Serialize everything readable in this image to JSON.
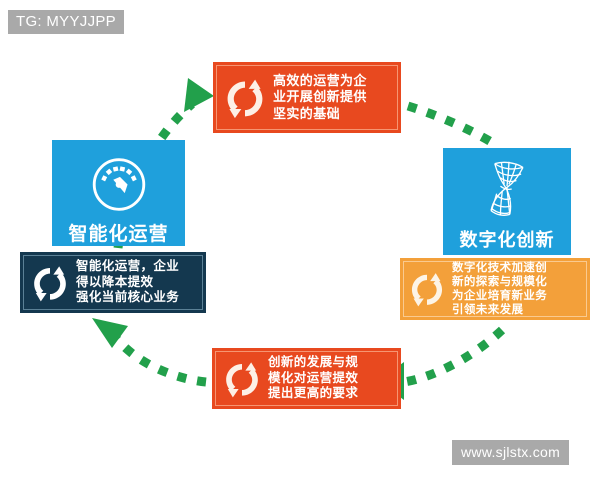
{
  "watermarks": {
    "top_left": "TG: MYYJJPP",
    "bottom_right": "www.sjlstx.com"
  },
  "colors": {
    "orange_dark": "#e8491f",
    "orange_light": "#f3a03a",
    "navy": "#14384f",
    "blue_card": "#1fa0dc",
    "green_arrow": "#22a04b",
    "white": "#ffffff",
    "watermark_gray": "#a9a9a9",
    "background": "#ffffff"
  },
  "diagram": {
    "title": "",
    "cards": [
      {
        "id": "intelligent-operations",
        "label": "智能化运营",
        "icon": "gauge-icon"
      },
      {
        "id": "digital-innovation",
        "label": "数字化创新",
        "icon": "wireframe-mesh-icon"
      }
    ],
    "boxes": [
      {
        "id": "top",
        "icon": "cycle-icon",
        "lines": [
          "高效的运营为企",
          "业开展创新提供",
          "坚实的基础"
        ],
        "color": "#e8491f"
      },
      {
        "id": "right",
        "icon": "cycle-icon",
        "lines": [
          "数字化技术加速创",
          "新的探索与规模化",
          "为企业培育新业务",
          "引领未来发展"
        ],
        "color": "#f3a03a"
      },
      {
        "id": "bottom",
        "icon": "cycle-icon",
        "lines": [
          "创新的发展与规",
          "模化对运营提效",
          "提出更高的要求"
        ],
        "color": "#e8491f"
      },
      {
        "id": "left",
        "icon": "cycle-icon",
        "lines": [
          "智能化运营，企业",
          "得以降本提效",
          "强化当前核心业务"
        ],
        "color": "#14384f"
      }
    ],
    "connectors": [
      {
        "id": "left-card-to-top-box",
        "style": "dashed-arc",
        "direction": "up-right",
        "color": "#22a04b"
      },
      {
        "id": "top-box-to-right-card",
        "style": "dashed-arc",
        "direction": "down-right",
        "color": "#22a04b"
      },
      {
        "id": "right-box-to-bottom-box",
        "style": "dashed-arc",
        "direction": "down-left",
        "color": "#22a04b"
      },
      {
        "id": "bottom-box-to-left-box",
        "style": "dashed-arc",
        "direction": "up-left",
        "color": "#22a04b"
      }
    ]
  }
}
